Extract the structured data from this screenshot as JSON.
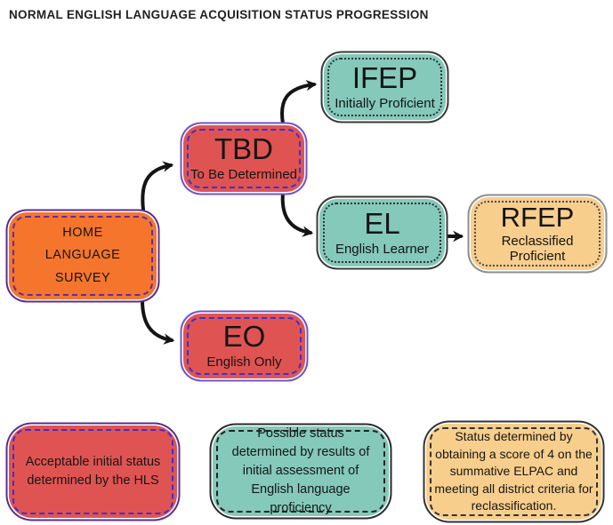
{
  "title": "NORMAL ENGLISH LANGUAGE ACQUISITION STATUS PROGRESSION",
  "colors": {
    "orange_fill": "#F5752C",
    "red_fill": "#DF5452",
    "teal_fill": "#84C9BA",
    "yellow_fill": "#F8CE8C",
    "purple_outline": "#5B2D8E",
    "violet_outline": "#7452C8",
    "blue_dash": "#3C2FD8",
    "dark_outline": "#3A3A3A",
    "gray_outline": "#8E8E8E",
    "arrow": "#141414"
  },
  "nodes": {
    "hls": {
      "lines": [
        "HOME",
        "LANGUAGE",
        "SURVEY"
      ],
      "fill": "#F5752C",
      "dash": "#5B2DA6",
      "line": "#5B2D8E"
    },
    "tbd": {
      "abbr": "TBD",
      "label": "To Be Determined",
      "fill": "#DF5452",
      "dash": "#3C2FD8",
      "line": "#7452C8"
    },
    "ifep": {
      "abbr": "IFEP",
      "label": "Initially Proficient",
      "fill": "#84C9BA",
      "dash": "#2F2F2F",
      "line": "#3A3A3A"
    },
    "el": {
      "abbr": "EL",
      "label": "English Learner",
      "fill": "#84C9BA",
      "dash": "#2F2F2F",
      "line": "#3A3A3A"
    },
    "rfep": {
      "abbr": "RFEP",
      "label": "Reclassified Proficient",
      "fill": "#F8CE8C",
      "dash": "#4A4A4A",
      "line": "#8E8E8E"
    },
    "eo": {
      "abbr": "EO",
      "label": "English Only",
      "fill": "#DF5452",
      "dash": "#3C2FD8",
      "line": "#7452C8"
    }
  },
  "legend": [
    {
      "text": "Acceptable initial status determined by the HLS",
      "fill": "#DF5452",
      "dash": "#3C2FD8",
      "line": "#5B2D8E"
    },
    {
      "text": "Possible status determined by results of initial assessment of English language proficiency",
      "fill": "#84C9BA",
      "dash": "#222222",
      "line": "#2A2A2A"
    },
    {
      "text": "Status determined by obtaining a score of 4 on the summative ELPAC and meeting all district criteria for reclassification.",
      "fill": "#F8CE8C",
      "dash": "#333333",
      "line": "#333333"
    }
  ]
}
